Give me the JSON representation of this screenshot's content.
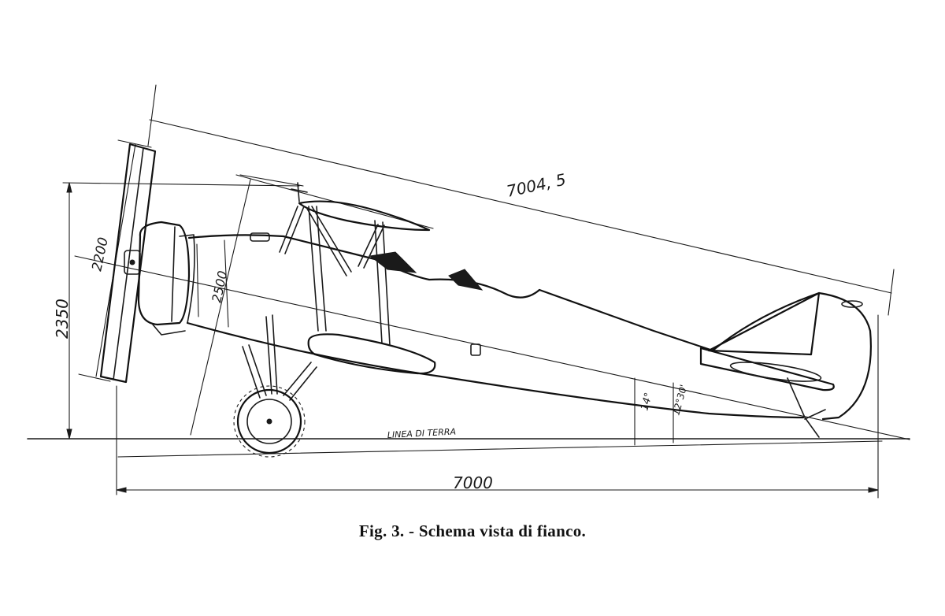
{
  "caption": "Fig. 3. - Schema vista di fianco.",
  "dimensions": {
    "overall_length": "7000",
    "diagonal_length": "7004, 5",
    "height": "2350",
    "propeller_diameter": "2200",
    "wing_chord": "2500",
    "angle_1": "14°",
    "angle_2": "12°30'"
  },
  "ground_line_label": "LINEA DI TERRA"
}
